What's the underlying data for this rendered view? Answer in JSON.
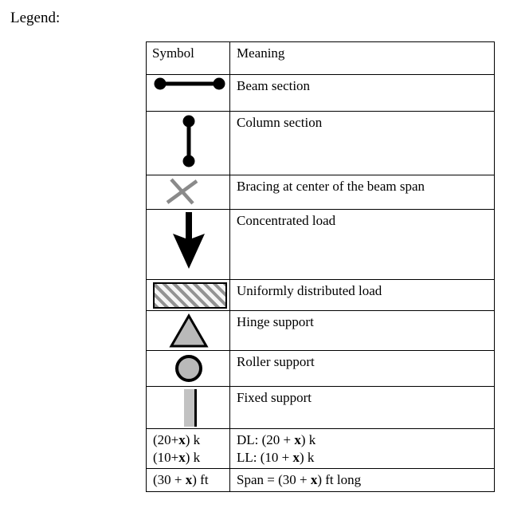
{
  "legend_label": "Legend:",
  "colors": {
    "border": "#000000",
    "bracing_gray": "#8a8a8a",
    "support_fill_gray": "#b9b9b9",
    "fixed_bar_gray": "#c2c2c2",
    "hatch_gray": "#939393"
  },
  "table": {
    "headers": {
      "symbol": "Symbol",
      "meaning": "Meaning"
    },
    "rows": [
      {
        "icon": "beam-section-icon",
        "meaning": "Beam section"
      },
      {
        "icon": "column-section-icon",
        "meaning": "Column section"
      },
      {
        "icon": "bracing-x-icon",
        "meaning": "Bracing at center of the beam span"
      },
      {
        "icon": "concentrated-load-arrow-icon",
        "meaning": "Concentrated load"
      },
      {
        "icon": "udl-hatched-bar-icon",
        "meaning": "Uniformly distributed load"
      },
      {
        "icon": "hinge-support-triangle-icon",
        "meaning": "Hinge support"
      },
      {
        "icon": "roller-support-circle-icon",
        "meaning": "Roller support"
      },
      {
        "icon": "fixed-support-bar-icon",
        "meaning": "Fixed support"
      },
      {
        "sym1_pre": "(20+",
        "sym1_post": ") k",
        "sym2_pre": "(10+",
        "sym2_post": ") k",
        "mean1_pre": "DL: (20 + ",
        "mean1_post": ") k",
        "mean2_pre": "LL: (10 + ",
        "mean2_post": ") k",
        "var": "x"
      },
      {
        "sym_pre": "(30 + ",
        "sym_post": ") ft",
        "mean_pre": "Span = (30 + ",
        "mean_post": ") ft long",
        "var": "x"
      }
    ]
  }
}
